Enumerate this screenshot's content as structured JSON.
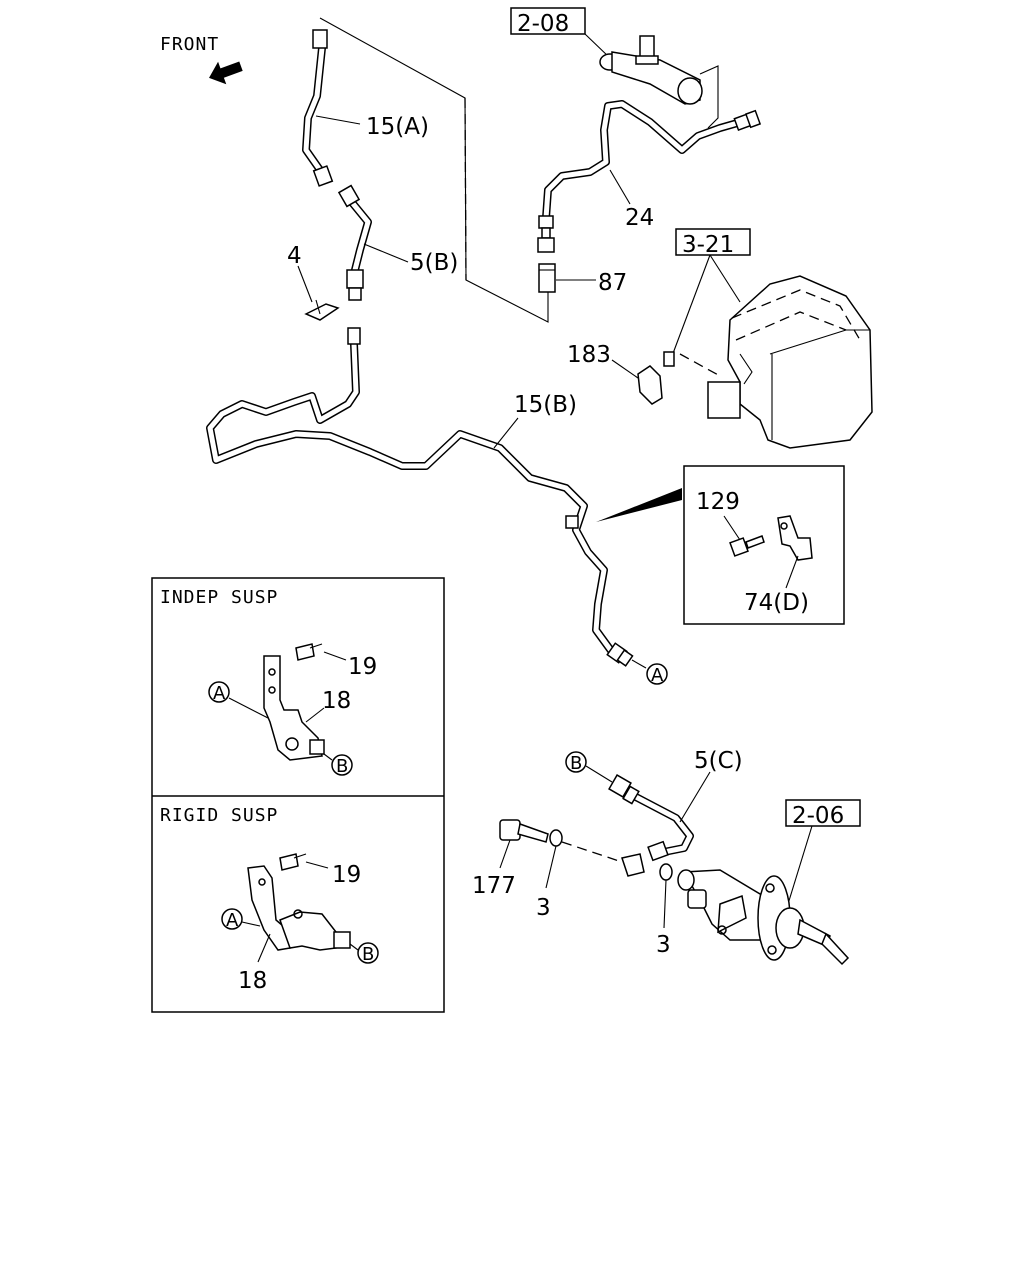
{
  "orientation": {
    "front_label": "FRONT"
  },
  "references": {
    "ref_2_08": "2-08",
    "ref_3_21": "3-21",
    "ref_2_06": "2-06"
  },
  "callouts": {
    "c15a": "15(A)",
    "c5b": "5(B)",
    "c4": "4",
    "c24": "24",
    "c87": "87",
    "c183": "183",
    "c15b": "15(B)",
    "c129": "129",
    "c74d": "74(D)",
    "c5c": "5(C)",
    "c177": "177",
    "c3a": "3",
    "c3b": "3",
    "c19a": "19",
    "c18a": "18",
    "c19b": "19",
    "c18b": "18"
  },
  "markers": {
    "a_main": "A",
    "b_main": "B",
    "a_indep": "A",
    "b_indep": "B",
    "a_rigid": "A",
    "b_rigid": "B"
  },
  "panels": {
    "indep_title": "INDEP SUSP",
    "rigid_title": "RIGID SUSP"
  }
}
